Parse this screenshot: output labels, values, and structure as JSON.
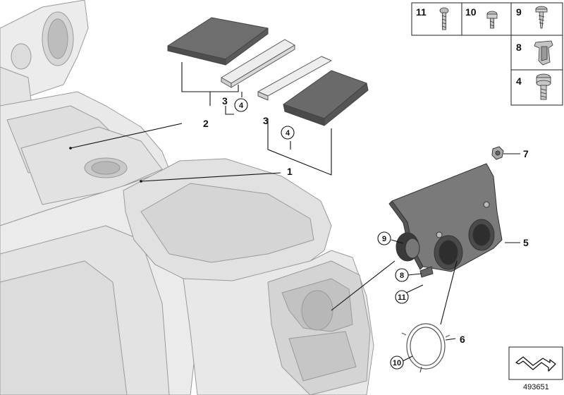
{
  "diagram": {
    "callouts": {
      "c1": "1",
      "c2": "2",
      "c3a": "3",
      "c3b": "3",
      "c4a": "4",
      "c4b": "4",
      "c5": "5",
      "c6": "6",
      "c7": "7",
      "c8": "8",
      "c9": "9",
      "c10": "10",
      "c11": "11"
    },
    "legend": [
      {
        "number": "11",
        "part": "screw-icon"
      },
      {
        "number": "10",
        "part": "bolt-icon"
      },
      {
        "number": "9",
        "part": "self-tapping-screw-icon"
      },
      {
        "number": "8",
        "part": "clip-nut-icon"
      },
      {
        "number": "4",
        "part": "collar-screw-icon"
      }
    ],
    "reference_number": "493651"
  }
}
